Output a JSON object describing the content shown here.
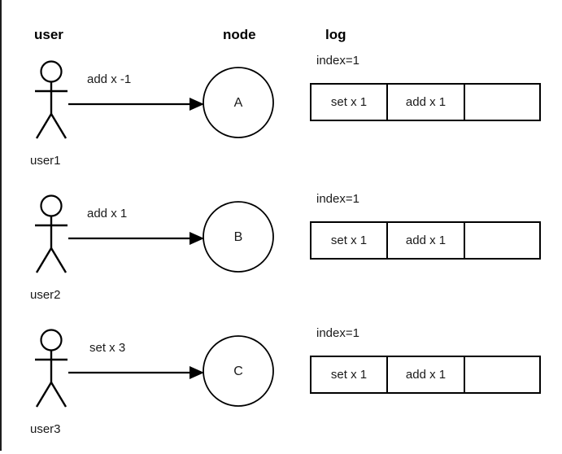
{
  "columns": {
    "user": "user",
    "node": "node",
    "log": "log"
  },
  "rows": [
    {
      "actor_label": "user1",
      "edge_label": "add x -1",
      "node_label": "A",
      "index_label": "index=1",
      "log_cells": [
        "set x 1",
        "add x 1",
        ""
      ]
    },
    {
      "actor_label": "user2",
      "edge_label": "add x 1",
      "node_label": "B",
      "index_label": "index=1",
      "log_cells": [
        "set x 1",
        "add x 1",
        ""
      ]
    },
    {
      "actor_label": "user3",
      "edge_label": "set x 3",
      "node_label": "C",
      "index_label": "index=1",
      "log_cells": [
        "set x 1",
        "add x 1",
        ""
      ]
    }
  ],
  "style": {
    "stroke": "#000000",
    "text": "#1a1a1a",
    "background": "#ffffff"
  }
}
